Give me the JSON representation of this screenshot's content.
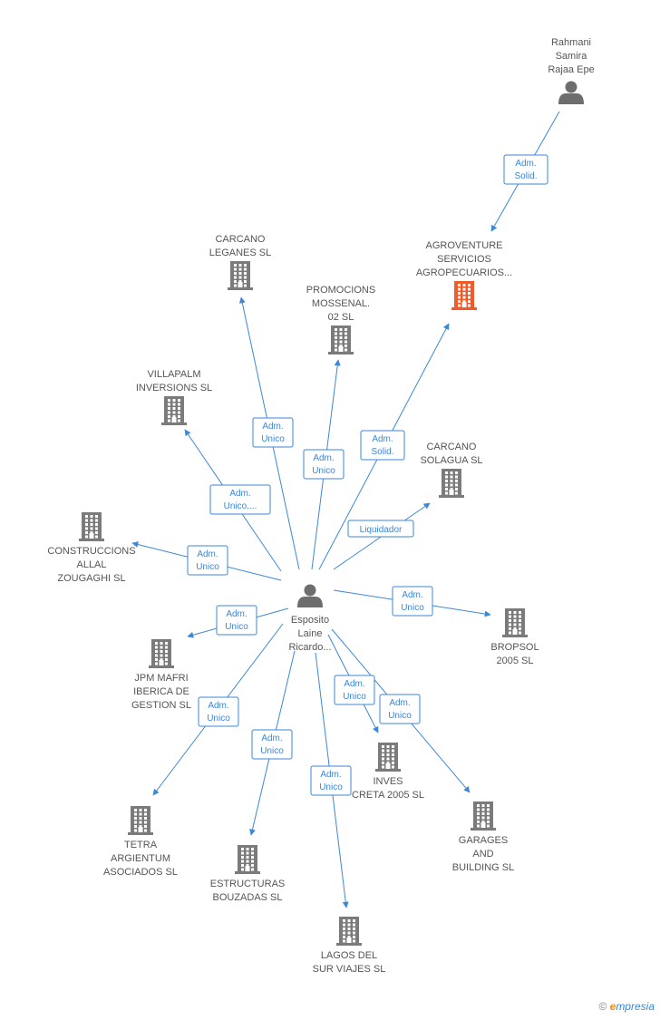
{
  "colors": {
    "edge": "#3c87d7",
    "building": "#7b7b7b",
    "building_highlight": "#f15a29",
    "person": "#6d6d6d",
    "text": "#555555"
  },
  "nodes": [
    {
      "id": "rahmani",
      "type": "person",
      "lines": [
        "Rahmani",
        "Samira",
        "Rajaa Epe"
      ]
    },
    {
      "id": "agroventure",
      "type": "company",
      "highlight": true,
      "lines": [
        "AGROVENTURE",
        "SERVICIOS",
        "AGROPECUARIOS..."
      ]
    },
    {
      "id": "esposito",
      "type": "person",
      "lines": [
        "Esposito",
        "Laine",
        "Ricardo..."
      ]
    },
    {
      "id": "carcano-leganes",
      "type": "company",
      "lines": [
        "CARCANO",
        "LEGANES SL"
      ]
    },
    {
      "id": "promocions",
      "type": "company",
      "lines": [
        "PROMOCIONS",
        "MOSSENAL.",
        "02 SL"
      ]
    },
    {
      "id": "villapalm",
      "type": "company",
      "lines": [
        "VILLAPALM",
        "INVERSIONS SL"
      ]
    },
    {
      "id": "carcano-solagua",
      "type": "company",
      "lines": [
        "CARCANO",
        "SOLAGUA SL"
      ]
    },
    {
      "id": "construccions",
      "type": "company",
      "lines": [
        "CONSTRUCCIONS",
        "ALLAL",
        "ZOUGAGHI SL"
      ]
    },
    {
      "id": "bropsol",
      "type": "company",
      "lines": [
        "BROPSOL",
        "2005 SL"
      ]
    },
    {
      "id": "jpm",
      "type": "company",
      "lines": [
        "JPM MAFRI",
        "IBERICA DE",
        "GESTION SL"
      ]
    },
    {
      "id": "inves",
      "type": "company",
      "lines": [
        "INVES",
        "CRETA 2005 SL"
      ]
    },
    {
      "id": "garages",
      "type": "company",
      "lines": [
        "GARAGES",
        "AND",
        "BUILDING SL"
      ]
    },
    {
      "id": "tetra",
      "type": "company",
      "lines": [
        "TETRA",
        "ARGIENTUM",
        "ASOCIADOS SL"
      ]
    },
    {
      "id": "estructuras",
      "type": "company",
      "lines": [
        "ESTRUCTURAS",
        "BOUZADAS SL"
      ]
    },
    {
      "id": "lagos",
      "type": "company",
      "lines": [
        "LAGOS DEL",
        "SUR VIAJES SL"
      ]
    }
  ],
  "edges": [
    {
      "from": "rahmani",
      "to": "agroventure",
      "lines": [
        "Adm.",
        "Solid."
      ]
    },
    {
      "from": "esposito",
      "to": "agroventure",
      "lines": [
        "Adm.",
        "Solid."
      ]
    },
    {
      "from": "esposito",
      "to": "carcano-leganes",
      "lines": [
        "Adm.",
        "Unico"
      ]
    },
    {
      "from": "esposito",
      "to": "promocions",
      "lines": [
        "Adm.",
        "Unico"
      ]
    },
    {
      "from": "esposito",
      "to": "villapalm",
      "lines": [
        "Adm.",
        "Unico,..."
      ]
    },
    {
      "from": "esposito",
      "to": "carcano-solagua",
      "lines": [
        "Liquidador"
      ]
    },
    {
      "from": "esposito",
      "to": "construccions",
      "lines": [
        "Adm.",
        "Unico"
      ]
    },
    {
      "from": "esposito",
      "to": "bropsol",
      "lines": [
        "Adm.",
        "Unico"
      ]
    },
    {
      "from": "esposito",
      "to": "jpm",
      "lines": [
        "Adm.",
        "Unico"
      ]
    },
    {
      "from": "esposito",
      "to": "inves",
      "lines": [
        "Adm.",
        "Unico"
      ]
    },
    {
      "from": "esposito",
      "to": "garages",
      "lines": [
        "Adm.",
        "Unico"
      ]
    },
    {
      "from": "esposito",
      "to": "tetra",
      "lines": [
        "Adm.",
        "Unico"
      ]
    },
    {
      "from": "esposito",
      "to": "estructuras",
      "lines": [
        "Adm.",
        "Unico"
      ]
    },
    {
      "from": "esposito",
      "to": "lagos",
      "lines": [
        "Adm.",
        "Unico"
      ]
    }
  ],
  "footer": {
    "copyright": "©",
    "brand_initial": "e",
    "brand_rest": "mpresia"
  }
}
